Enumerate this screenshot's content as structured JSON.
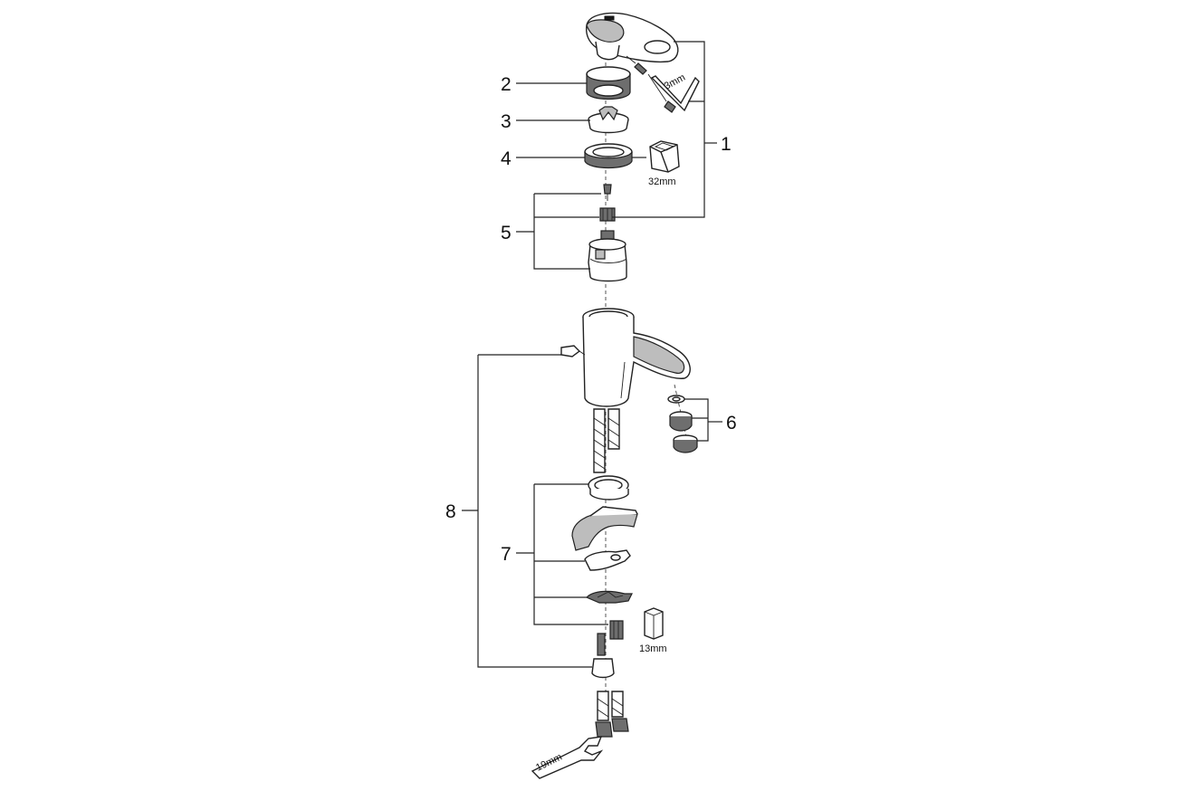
{
  "callouts": {
    "c1": "1",
    "c2": "2",
    "c3": "3",
    "c4": "4",
    "c5": "5",
    "c6": "6",
    "c7": "7",
    "c8": "8"
  },
  "tool_labels": {
    "hex_key": "3mm",
    "socket_32": "32mm",
    "socket_13": "13mm",
    "wrench_19": "19mm"
  }
}
